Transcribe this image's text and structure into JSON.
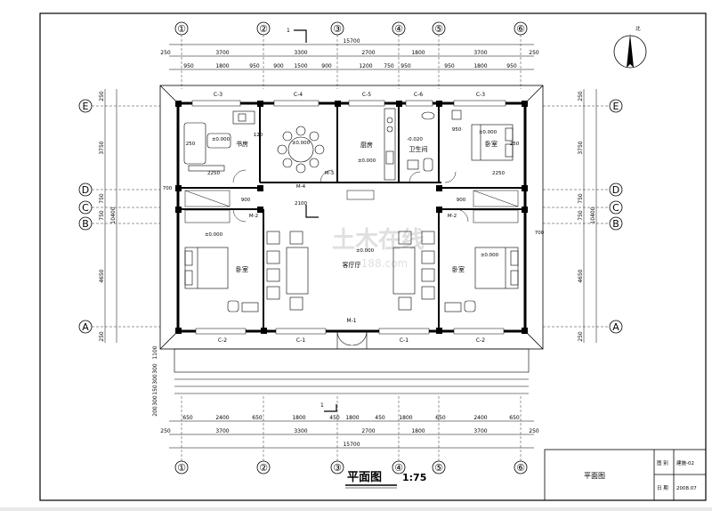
{
  "drawing": {
    "title": "平面图",
    "scale": "1:75",
    "section_mark": "1",
    "north_label": "北"
  },
  "axes": {
    "top": [
      "①",
      "②",
      "③",
      "④",
      "⑤",
      "⑥"
    ],
    "left": [
      "E",
      "D",
      "C",
      "B",
      "A"
    ],
    "right": [
      "E",
      "D",
      "C",
      "B",
      "A"
    ]
  },
  "dimensions": {
    "top_total": "15700",
    "top_row1": [
      "250",
      "3700",
      "3300",
      "2700",
      "1800",
      "3700",
      "250"
    ],
    "top_row2": [
      "950",
      "1800",
      "950",
      "900",
      "1500",
      "900",
      "1200",
      "750",
      "950",
      "950",
      "1800",
      "950"
    ],
    "bottom_total": "15700",
    "bottom_row1": [
      "250",
      "3700",
      "3300",
      "2700",
      "1800",
      "3700",
      "250"
    ],
    "bottom_row2": [
      "650",
      "2400",
      "650",
      "1800",
      "450",
      "1800",
      "450",
      "1800",
      "650",
      "2400",
      "650"
    ],
    "left_row1": [
      "250",
      "3750",
      "750",
      "750",
      "4650",
      "250"
    ],
    "left_total": "10400",
    "right_row1": [
      "250",
      "3750",
      "750",
      "750",
      "4650",
      "250"
    ],
    "right_total": "10400",
    "left_bottom": [
      "1100",
      "300",
      "300",
      "150",
      "300",
      "200"
    ]
  },
  "rooms": {
    "study": "书房",
    "kitchen": "厨房",
    "bathroom": "卫生间",
    "bedroom_ne": "卧室",
    "master_w": "卧室",
    "master_e": "卧室",
    "hall": "客厅厅"
  },
  "levels": {
    "study": "±0.000",
    "dining": "±0.000",
    "kitchen": "±0.000",
    "bath": "-0.020",
    "bedroom_ne": "±0.000",
    "hall": "±0.000",
    "bed_w": "±0.000",
    "bed_e": "±0.000"
  },
  "windows": {
    "c3a": "C-3",
    "c4": "C-4",
    "c5": "C-5",
    "c6": "C-6",
    "c3b": "C-3",
    "c2a": "C-2",
    "c1a": "C-1",
    "c1b": "C-1",
    "c2b": "C-2"
  },
  "doors": {
    "m2a": "M-2",
    "m2b": "M-2",
    "m4": "M-4",
    "m1": "M-1",
    "m3": "M-3"
  },
  "misc": {
    "d2250a": "2250",
    "d2250b": "2250",
    "d250a": "250",
    "d250b": "250",
    "d120": "120",
    "d2100": "2100",
    "d700": "700",
    "d950": "950",
    "d900": "900"
  },
  "watermark": "土木在线",
  "watermark_sub": "co188.com",
  "title_block": {
    "name": "平面图",
    "label1": "图 别",
    "value1": "建施-02",
    "label2": "日 期",
    "value2": "2008.07"
  }
}
